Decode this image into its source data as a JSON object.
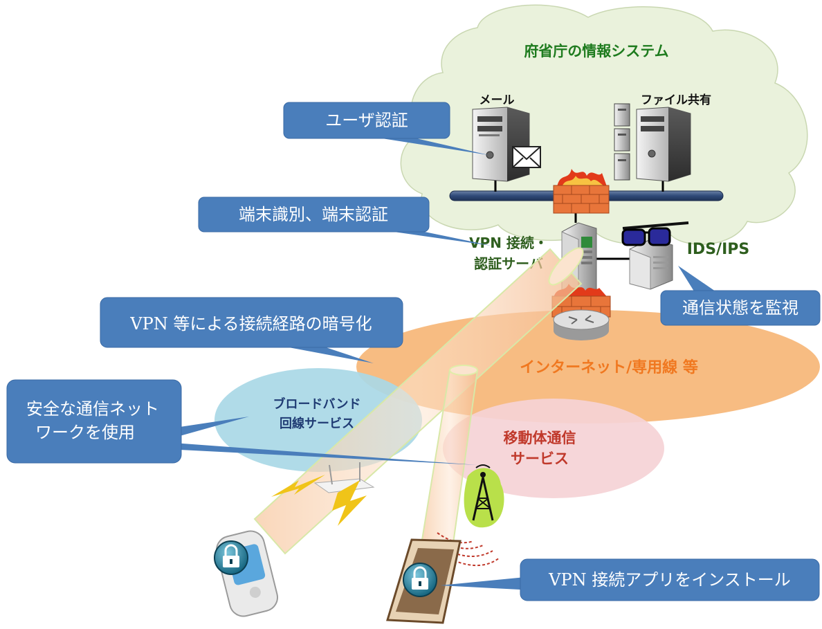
{
  "cloud": {
    "title": "府省庁の情報システム"
  },
  "servers": {
    "mail_label": "メール",
    "file_label": "ファイル共有"
  },
  "vpn_server": {
    "label_line1": "VPN 接続・",
    "label_line2": "認証サーバ"
  },
  "ids": {
    "label": "IDS/IPS"
  },
  "networks": {
    "internet": "インターネット/専用線 等",
    "broadband_line1": "ブロードバンド",
    "broadband_line2": "回線サービス",
    "mobile_line1": "移動体通信",
    "mobile_line2": "サービス"
  },
  "callouts": {
    "user_auth": "ユーザ認証",
    "terminal_auth": "端末識別、端末認証",
    "encryption": "VPN 等による接続経路の暗号化",
    "safe_network_line1": "安全な通信ネット",
    "safe_network_line2": "ワークを使用",
    "monitoring": "通信状態を監視",
    "install_app": "VPN 接続アプリをインストール"
  },
  "colors": {
    "callout_fill": "#4a7ebb",
    "cloud_fill": "#eaf2dc",
    "cloud_title": "#1e7b1e",
    "internet_fill": "#f6b06c",
    "internet_text": "#f07820",
    "broadband_fill": "#a9d8e6",
    "broadband_text": "#1f3b73",
    "mobile_fill": "#f5d3d6",
    "mobile_text": "#c0392b",
    "label_green": "#2e5e1e"
  },
  "icons": [
    "envelope-icon",
    "firewall-icon",
    "router-icon",
    "glasses-icon",
    "lock-icon",
    "antenna-icon",
    "lightning-icon",
    "phone-icon",
    "tablet-icon"
  ]
}
